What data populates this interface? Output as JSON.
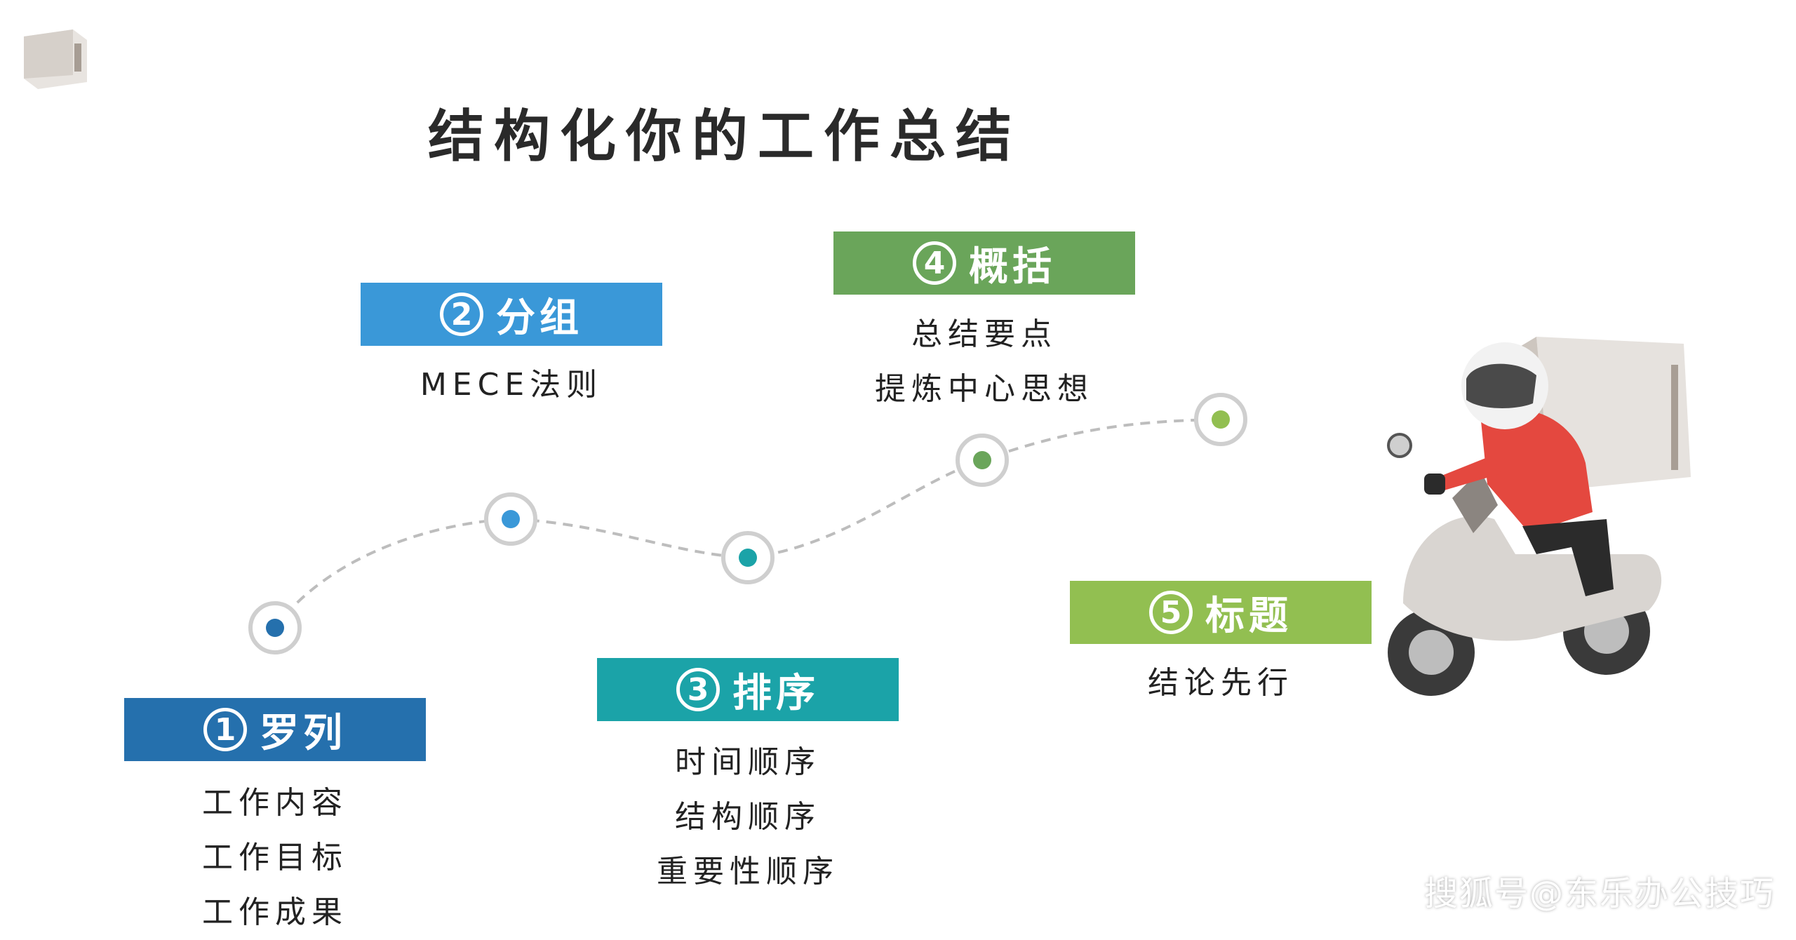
{
  "title": "结构化你的工作总结",
  "colors": {
    "step1": "#2570ad",
    "step2": "#3a98d8",
    "step3": "#1ba3a8",
    "step4": "#6aa55a",
    "step5": "#92bf51",
    "node_ring": "#cfcfcf",
    "dash": "#bdbdbd"
  },
  "steps": [
    {
      "num": "1",
      "label": "罗列",
      "items": [
        "工作内容",
        "工作目标",
        "工作成果"
      ]
    },
    {
      "num": "2",
      "label": "分组",
      "items": [
        "MECE法则"
      ]
    },
    {
      "num": "3",
      "label": "排序",
      "items": [
        "时间顺序",
        "结构顺序",
        "重要性顺序"
      ]
    },
    {
      "num": "4",
      "label": "概括",
      "items": [
        "总结要点",
        "提炼中心思想"
      ]
    },
    {
      "num": "5",
      "label": "标题",
      "items": [
        "结论先行"
      ]
    }
  ],
  "icons": {
    "top_left": "parcel-box-icon",
    "illustration": "delivery-scooter-rider-icon"
  },
  "watermark": "搜狐号@东乐办公技巧"
}
